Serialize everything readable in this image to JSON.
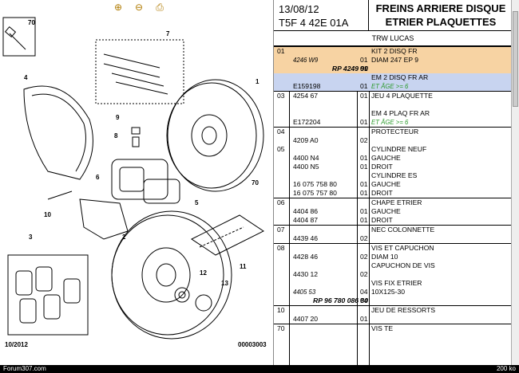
{
  "toolbar": {
    "zoom_in_icon": "zoom-in-icon",
    "zoom_out_icon": "zoom-out-icon",
    "print_icon": "print-icon"
  },
  "diagram": {
    "labels": [
      "70",
      "7",
      "4",
      "1",
      "9",
      "8",
      "6",
      "70",
      "10",
      "5",
      "3",
      "2",
      "11",
      "12",
      "13"
    ],
    "bottom_left": "10/2012",
    "bottom_right": "00003003"
  },
  "header": {
    "date": "13/08/12",
    "ref": "T5F 4 42E 01A",
    "title_line1": "FREINS ARRIERE DISQUE",
    "title_line2": "ETRIER PLAQUETTES"
  },
  "brand": "TRW LUCAS",
  "rows": [
    {
      "c1": "01",
      "c2": "",
      "c3": "",
      "c4": "KIT 2 DISQ FR",
      "cls": "hl1 sec"
    },
    {
      "c1": "",
      "c2": "4246 W9",
      "c2cls": "it",
      "c3": "01",
      "c4": "DIAM 247 EP 9",
      "cls": "hl1"
    },
    {
      "c1": "",
      "ra": "RP 4249 90",
      "racls": "bold",
      "c3": "01",
      "c4": "",
      "cls": "hl1"
    },
    {
      "c1": "",
      "c2": "",
      "c3": "",
      "c4": "EM 2 DISQ FR AR",
      "cls": "hl2"
    },
    {
      "c1": "",
      "c2": "E159198",
      "c3": "01",
      "c4": "ET ÂGE >= 6",
      "c4cls": "grn",
      "cls": "hl2"
    },
    {
      "c1": "03",
      "c2": "4254 67",
      "c3": "01",
      "c4": "JEU 4 PLAQUETTE",
      "cls": "sec"
    },
    {
      "c1": "",
      "c2": "",
      "c3": "",
      "c4": "",
      "cls": ""
    },
    {
      "c1": "",
      "c2": "",
      "c3": "",
      "c4": "EM 4 PLAQ FR AR",
      "cls": ""
    },
    {
      "c1": "",
      "c2": "E172204",
      "c3": "01",
      "c4": "ET ÂGE >= 6",
      "c4cls": "grn",
      "cls": ""
    },
    {
      "c1": "04",
      "c2": "",
      "c3": "",
      "c4": "PROTECTEUR",
      "cls": "sec"
    },
    {
      "c1": "",
      "c2": "4209 A0",
      "c3": "02",
      "c4": "",
      "cls": ""
    },
    {
      "c1": "05",
      "c2": "",
      "c3": "",
      "c4": "CYLINDRE NEUF",
      "cls": ""
    },
    {
      "c1": "",
      "c2": "4400 N4",
      "c3": "01",
      "c4": "GAUCHE",
      "cls": ""
    },
    {
      "c1": "",
      "c2": "4400 N5",
      "c3": "01",
      "c4": "DROIT",
      "cls": ""
    },
    {
      "c1": "",
      "c2": "",
      "c3": "",
      "c4": "CYLINDRE ES",
      "cls": ""
    },
    {
      "c1": "",
      "c2": "16 075 758 80",
      "c3": "01",
      "c4": "GAUCHE",
      "cls": ""
    },
    {
      "c1": "",
      "c2": "16 075 757 80",
      "c3": "01",
      "c4": "DROIT",
      "cls": ""
    },
    {
      "c1": "06",
      "c2": "",
      "c3": "",
      "c4": "CHAPE ETRIER",
      "cls": "sec"
    },
    {
      "c1": "",
      "c2": "4404 86",
      "c3": "01",
      "c4": "GAUCHE",
      "cls": ""
    },
    {
      "c1": "",
      "c2": "4404 87",
      "c3": "01",
      "c4": "DROIT",
      "cls": ""
    },
    {
      "c1": "07",
      "c2": "",
      "c3": "",
      "c4": "NEC COLONNETTE",
      "cls": "sec"
    },
    {
      "c1": "",
      "c2": "4439 46",
      "c3": "02",
      "c4": "",
      "cls": ""
    },
    {
      "c1": "08",
      "c2": "",
      "c3": "",
      "c4": "VIS ET CAPUCHON",
      "cls": "sec"
    },
    {
      "c1": "",
      "c2": "4428 46",
      "c3": "02",
      "c4": "DIAM 10",
      "cls": ""
    },
    {
      "c1": "",
      "c2": "",
      "c3": "",
      "c4": "CAPUCHON DE VIS",
      "cls": ""
    },
    {
      "c1": "",
      "c2": "4430 12",
      "c3": "02",
      "c4": "",
      "cls": ""
    },
    {
      "c1": "",
      "c2": "",
      "c3": "",
      "c4": "VIS FIX ETRIER",
      "cls": ""
    },
    {
      "c1": "",
      "c2": "4405 53",
      "c2cls": "it",
      "c3": "04",
      "c4": "10X125-30",
      "cls": ""
    },
    {
      "c1": "",
      "ra": "RP 96 780 086 80",
      "racls": "bold",
      "c3": "04",
      "c4": "",
      "cls": ""
    },
    {
      "c1": "10",
      "c2": "",
      "c3": "",
      "c4": "JEU DE RESSORTS",
      "cls": "sec"
    },
    {
      "c1": "",
      "c2": "4407 20",
      "c3": "01",
      "c4": "",
      "cls": ""
    },
    {
      "c1": "70",
      "c2": "",
      "c3": "",
      "c4": "VIS TE",
      "cls": "sec"
    }
  ],
  "footer": {
    "left": "Forum307.com",
    "right": "200 ko"
  }
}
